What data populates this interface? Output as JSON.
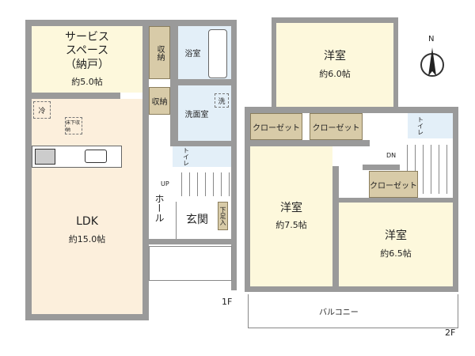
{
  "floor1": {
    "label": "1F",
    "service_space": {
      "name_line1": "サービス",
      "name_line2": "スペース",
      "name_line3": "（納戸）",
      "size": "約5.0帖"
    },
    "storage1": "収納",
    "storage2": "収納",
    "bath": "浴室",
    "washroom": "洗面室",
    "washer": "洗",
    "toilet": "トイレ",
    "ldk": {
      "name": "LDK",
      "size": "約15.0帖"
    },
    "fridge": "冷",
    "underfloor": "床下収納",
    "hall": "ホール",
    "up": "UP",
    "entrance": "玄関",
    "shoe": "下足入"
  },
  "floor2": {
    "label": "2F",
    "room_a": {
      "name": "洋室",
      "size": "約6.0帖"
    },
    "room_b": {
      "name": "洋室",
      "size": "約7.5帖"
    },
    "room_c": {
      "name": "洋室",
      "size": "約6.5帖"
    },
    "closet1": "クローゼット",
    "closet2": "クローゼット",
    "closet3": "クローゼット",
    "toilet": "トイレ",
    "down": "DN",
    "balcony": "バルコニー"
  },
  "compass": {
    "north": "N"
  }
}
